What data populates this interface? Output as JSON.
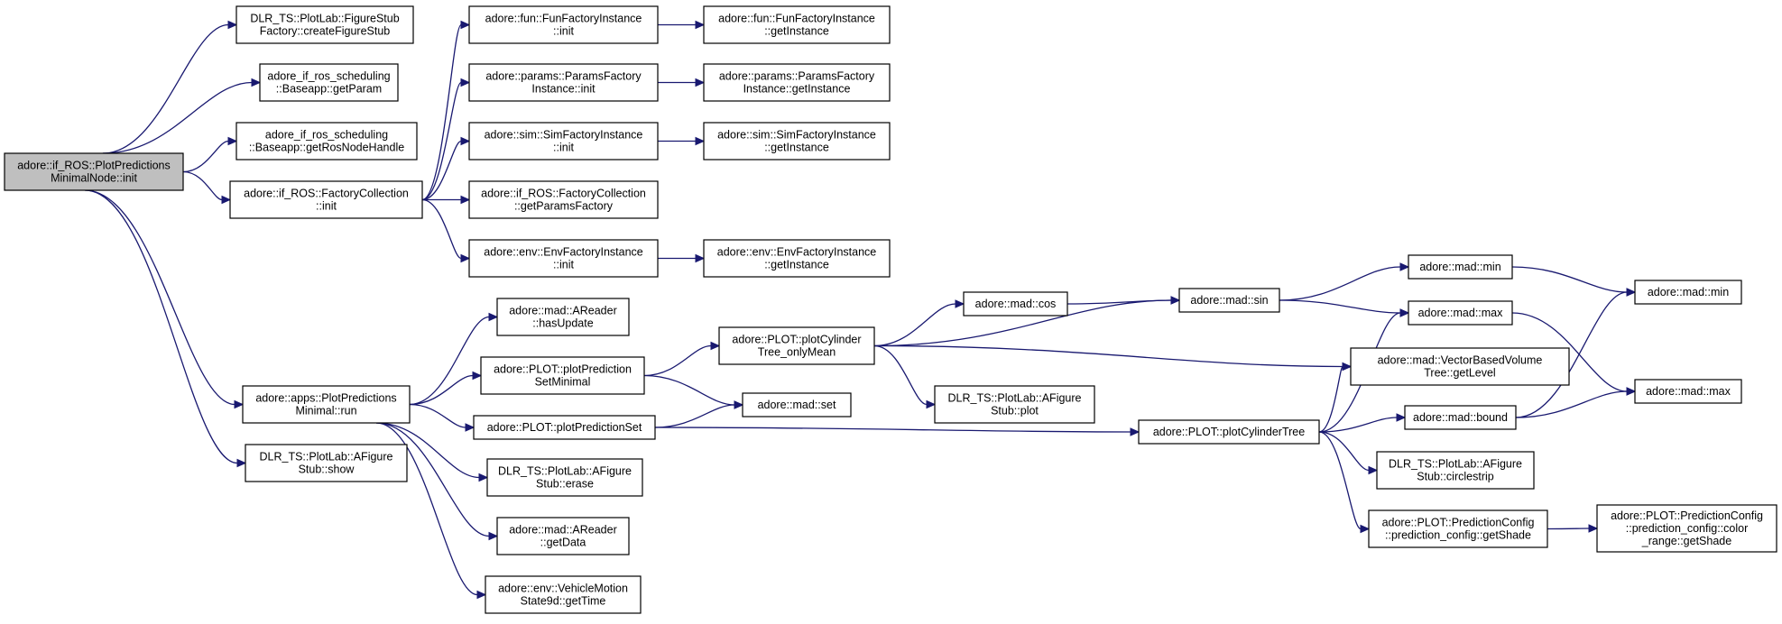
{
  "graph": {
    "nodes": [
      {
        "id": "n0",
        "lines": [
          "adore::if_ROS::PlotPredictions",
          "MinimalNode::init"
        ],
        "root": true
      },
      {
        "id": "n1",
        "lines": [
          "DLR_TS::PlotLab::FigureStub",
          "Factory::createFigureStub"
        ]
      },
      {
        "id": "n2",
        "lines": [
          "adore_if_ros_scheduling",
          "::Baseapp::getParam"
        ]
      },
      {
        "id": "n3",
        "lines": [
          "adore_if_ros_scheduling",
          "::Baseapp::getRosNodeHandle"
        ]
      },
      {
        "id": "n4",
        "lines": [
          "adore::if_ROS::FactoryCollection",
          "::init"
        ]
      },
      {
        "id": "n5",
        "lines": [
          "adore::fun::FunFactoryInstance",
          "::init"
        ]
      },
      {
        "id": "n6",
        "lines": [
          "adore::fun::FunFactoryInstance",
          "::getInstance"
        ]
      },
      {
        "id": "n7",
        "lines": [
          "adore::params::ParamsFactory",
          "Instance::init"
        ]
      },
      {
        "id": "n8",
        "lines": [
          "adore::params::ParamsFactory",
          "Instance::getInstance"
        ]
      },
      {
        "id": "n9",
        "lines": [
          "adore::sim::SimFactoryInstance",
          "::init"
        ]
      },
      {
        "id": "n10",
        "lines": [
          "adore::sim::SimFactoryInstance",
          "::getInstance"
        ]
      },
      {
        "id": "n11",
        "lines": [
          "adore::if_ROS::FactoryCollection",
          "::getParamsFactory"
        ]
      },
      {
        "id": "n12",
        "lines": [
          "adore::env::EnvFactoryInstance",
          "::init"
        ]
      },
      {
        "id": "n13",
        "lines": [
          "adore::env::EnvFactoryInstance",
          "::getInstance"
        ]
      },
      {
        "id": "n14",
        "lines": [
          "adore::apps::PlotPredictions",
          "Minimal::run"
        ]
      },
      {
        "id": "n15",
        "lines": [
          "DLR_TS::PlotLab::AFigure",
          "Stub::show"
        ]
      },
      {
        "id": "n16",
        "lines": [
          "adore::mad::AReader",
          "::hasUpdate"
        ]
      },
      {
        "id": "n17",
        "lines": [
          "adore::PLOT::plotPrediction",
          "SetMinimal"
        ]
      },
      {
        "id": "n18",
        "lines": [
          "adore::PLOT::plotPredictionSet"
        ]
      },
      {
        "id": "n19",
        "lines": [
          "DLR_TS::PlotLab::AFigure",
          "Stub::erase"
        ]
      },
      {
        "id": "n20",
        "lines": [
          "adore::mad::AReader",
          "::getData"
        ]
      },
      {
        "id": "n21",
        "lines": [
          "adore::env::VehicleMotion",
          "State9d::getTime"
        ]
      },
      {
        "id": "n22",
        "lines": [
          "adore::PLOT::plotCylinder",
          "Tree_onlyMean"
        ]
      },
      {
        "id": "n23",
        "lines": [
          "adore::mad::set"
        ]
      },
      {
        "id": "n24",
        "lines": [
          "adore::mad::cos"
        ]
      },
      {
        "id": "n25",
        "lines": [
          "DLR_TS::PlotLab::AFigure",
          "Stub::plot"
        ]
      },
      {
        "id": "n26",
        "lines": [
          "adore::mad::sin"
        ]
      },
      {
        "id": "n27",
        "lines": [
          "adore::PLOT::plotCylinderTree"
        ]
      },
      {
        "id": "n28",
        "lines": [
          "adore::mad::min"
        ]
      },
      {
        "id": "n29",
        "lines": [
          "adore::mad::max"
        ]
      },
      {
        "id": "n30",
        "lines": [
          "adore::mad::VectorBasedVolume",
          "Tree::getLevel"
        ]
      },
      {
        "id": "n31",
        "lines": [
          "adore::mad::bound"
        ]
      },
      {
        "id": "n32",
        "lines": [
          "DLR_TS::PlotLab::AFigure",
          "Stub::circlestrip"
        ]
      },
      {
        "id": "n33",
        "lines": [
          "adore::PLOT::PredictionConfig",
          "::prediction_config::getShade"
        ]
      },
      {
        "id": "n34",
        "lines": [
          "adore::mad::min"
        ]
      },
      {
        "id": "n35",
        "lines": [
          "adore::mad::max"
        ]
      },
      {
        "id": "n36",
        "lines": [
          "adore::PLOT::PredictionConfig",
          "::prediction_config::color",
          "_range::getShade"
        ]
      }
    ],
    "edges": [
      [
        "n0",
        "n1"
      ],
      [
        "n0",
        "n2"
      ],
      [
        "n0",
        "n3"
      ],
      [
        "n0",
        "n4"
      ],
      [
        "n0",
        "n14"
      ],
      [
        "n0",
        "n15"
      ],
      [
        "n4",
        "n5"
      ],
      [
        "n4",
        "n7"
      ],
      [
        "n4",
        "n9"
      ],
      [
        "n4",
        "n11"
      ],
      [
        "n4",
        "n12"
      ],
      [
        "n5",
        "n6"
      ],
      [
        "n7",
        "n8"
      ],
      [
        "n9",
        "n10"
      ],
      [
        "n12",
        "n13"
      ],
      [
        "n14",
        "n16"
      ],
      [
        "n14",
        "n17"
      ],
      [
        "n14",
        "n18"
      ],
      [
        "n14",
        "n19"
      ],
      [
        "n14",
        "n20"
      ],
      [
        "n14",
        "n21"
      ],
      [
        "n17",
        "n22"
      ],
      [
        "n17",
        "n23"
      ],
      [
        "n18",
        "n23"
      ],
      [
        "n18",
        "n27"
      ],
      [
        "n22",
        "n24"
      ],
      [
        "n22",
        "n25"
      ],
      [
        "n22",
        "n26"
      ],
      [
        "n22",
        "n30"
      ],
      [
        "n24",
        "n26"
      ],
      [
        "n26",
        "n28"
      ],
      [
        "n26",
        "n29"
      ],
      [
        "n28",
        "n34"
      ],
      [
        "n29",
        "n35"
      ],
      [
        "n27",
        "n29"
      ],
      [
        "n27",
        "n30"
      ],
      [
        "n27",
        "n31"
      ],
      [
        "n27",
        "n32"
      ],
      [
        "n27",
        "n33"
      ],
      [
        "n31",
        "n34"
      ],
      [
        "n31",
        "n35"
      ],
      [
        "n33",
        "n36"
      ]
    ]
  }
}
